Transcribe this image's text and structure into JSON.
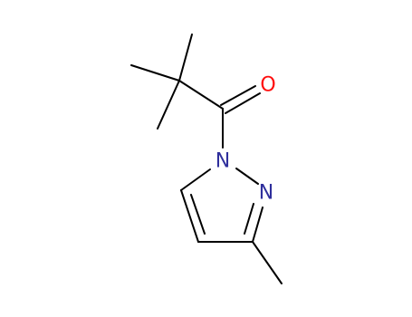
{
  "atoms": {
    "O": {
      "symbol": "O",
      "color": "#ff0d0d"
    },
    "N1": {
      "symbol": "N",
      "color": "#2f2f9c"
    },
    "N2": {
      "symbol": "N",
      "color": "#2f2f9c"
    }
  },
  "colors": {
    "bond": "#000000",
    "background": "#ffffff"
  }
}
